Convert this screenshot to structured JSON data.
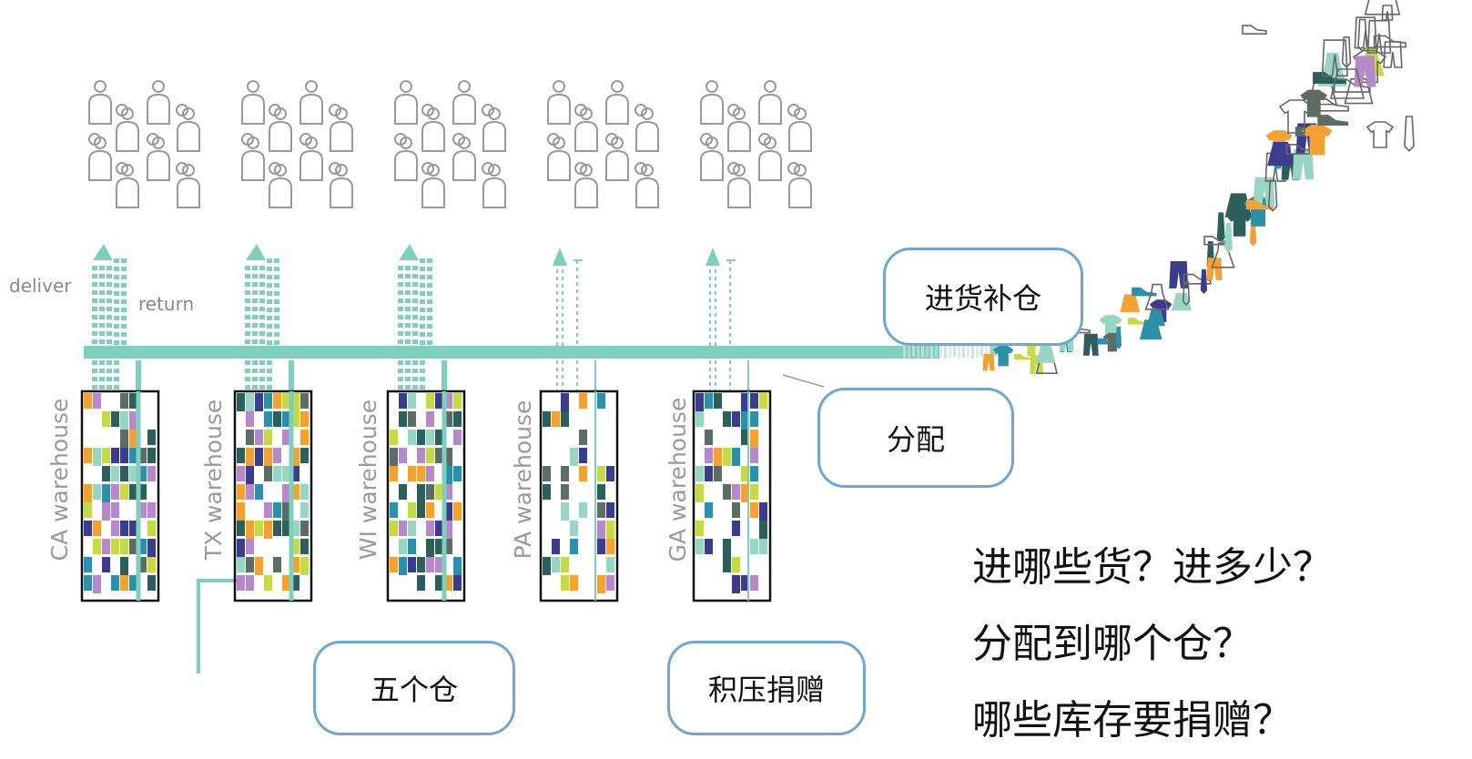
{
  "labels": {
    "deliver": "deliver",
    "return": "return"
  },
  "warehouses": [
    {
      "name": "CA warehouse",
      "flow": "heavy"
    },
    {
      "name": "TX warehouse",
      "flow": "heavy"
    },
    {
      "name": "WI warehouse",
      "flow": "heavy"
    },
    {
      "name": "PA warehouse",
      "flow": "light"
    },
    {
      "name": "GA warehouse",
      "flow": "light"
    }
  ],
  "callouts": {
    "restock": "进货补仓",
    "allocate": "分配",
    "five_warehouses": "五个仓",
    "overstock_donate": "积压捐赠"
  },
  "questions": [
    "进哪些货？进多少？",
    "分配到哪个仓？",
    "哪些库存要捐赠？"
  ],
  "colors": {
    "teal": "#7fcfbd",
    "person_outline": "#9a9a9a",
    "callout_border": "#6fa7d2",
    "inventory": [
      "#2f5f5a",
      "#2e8fa8",
      "#c4da4a",
      "#b48bc8",
      "#f3a133",
      "#3b3d8c",
      "#5c6d66",
      "#9ad5c3"
    ]
  },
  "icons": [
    "person-icon",
    "shirt-icon",
    "pants-icon",
    "dress-icon",
    "shoe-icon",
    "tie-icon",
    "skirt-icon"
  ]
}
